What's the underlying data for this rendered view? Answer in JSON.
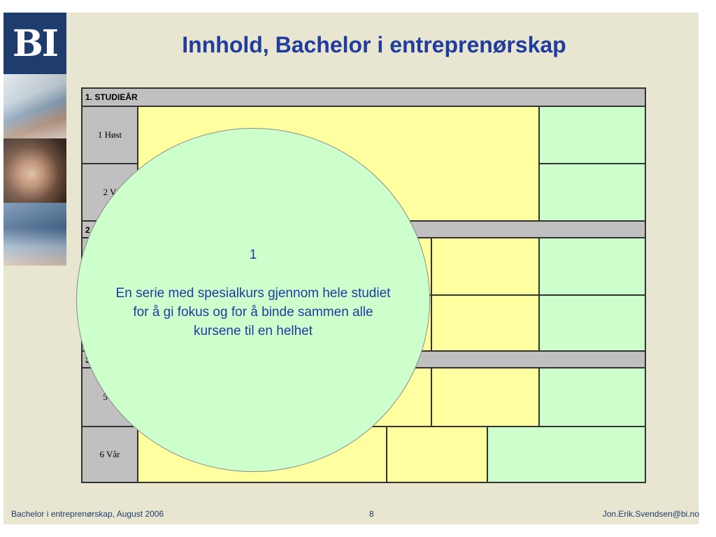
{
  "logo": {
    "text": "BI"
  },
  "title": "Innhold, Bachelor i entreprenørskap",
  "table": {
    "year_headers": [
      "1. STUDIEÅR",
      "2",
      "3"
    ],
    "semesters": [
      "1 Høst",
      "2 V",
      "5 H",
      "6 Vår"
    ]
  },
  "bubble": {
    "number": "1",
    "text": "En serie med spesialkurs gjennom hele studiet for å gi fokus og for å binde sammen alle kursene til en helhet"
  },
  "footer": {
    "left": "Bachelor i entreprenørskap, August 2006",
    "page": "8",
    "right": "Jon.Erik.Svendsen@bi.no"
  }
}
